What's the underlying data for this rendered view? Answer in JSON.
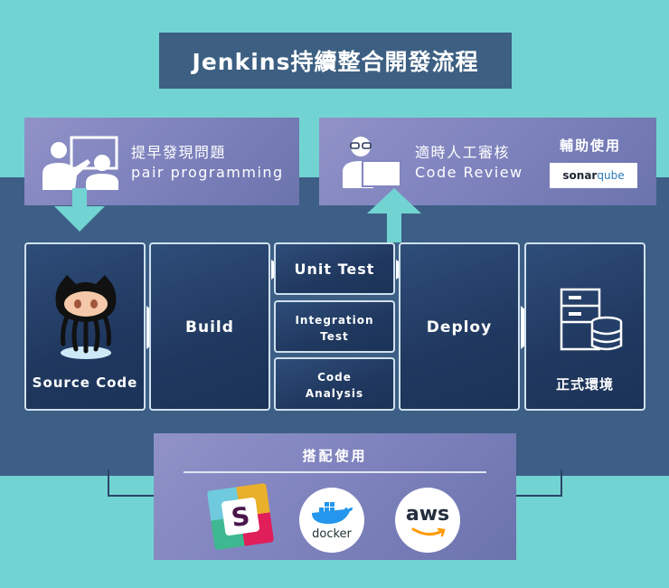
{
  "title": "Jenkins持續整合開發流程",
  "pair": {
    "line1": "提早發現問題",
    "line2": "pair programming"
  },
  "review": {
    "line1": "適時人工審核",
    "line2": "Code Review",
    "aux_label": "輔助使用",
    "sonar_a": "sonar",
    "sonar_b": "qube"
  },
  "stages": {
    "source": "Source Code",
    "build": "Build",
    "unit": "Unit Test",
    "integration_1": "Integration",
    "integration_2": "Test",
    "analysis_1": "Code",
    "analysis_2": "Analysis",
    "deploy": "Deploy",
    "prod": "正式環境"
  },
  "bottom": {
    "label": "搭配使用",
    "slack": "S",
    "docker": "docker",
    "aws": "aws"
  },
  "icons": [
    "pair-programming-icon",
    "reviewer-icon",
    "github-octocat-icon",
    "server-database-icon",
    "slack-logo",
    "docker-logo",
    "aws-logo"
  ],
  "colors": {
    "background": "#72d4d2",
    "band": "#3d5f86",
    "panel": "#8185c0",
    "stage_box": "#24406a"
  }
}
